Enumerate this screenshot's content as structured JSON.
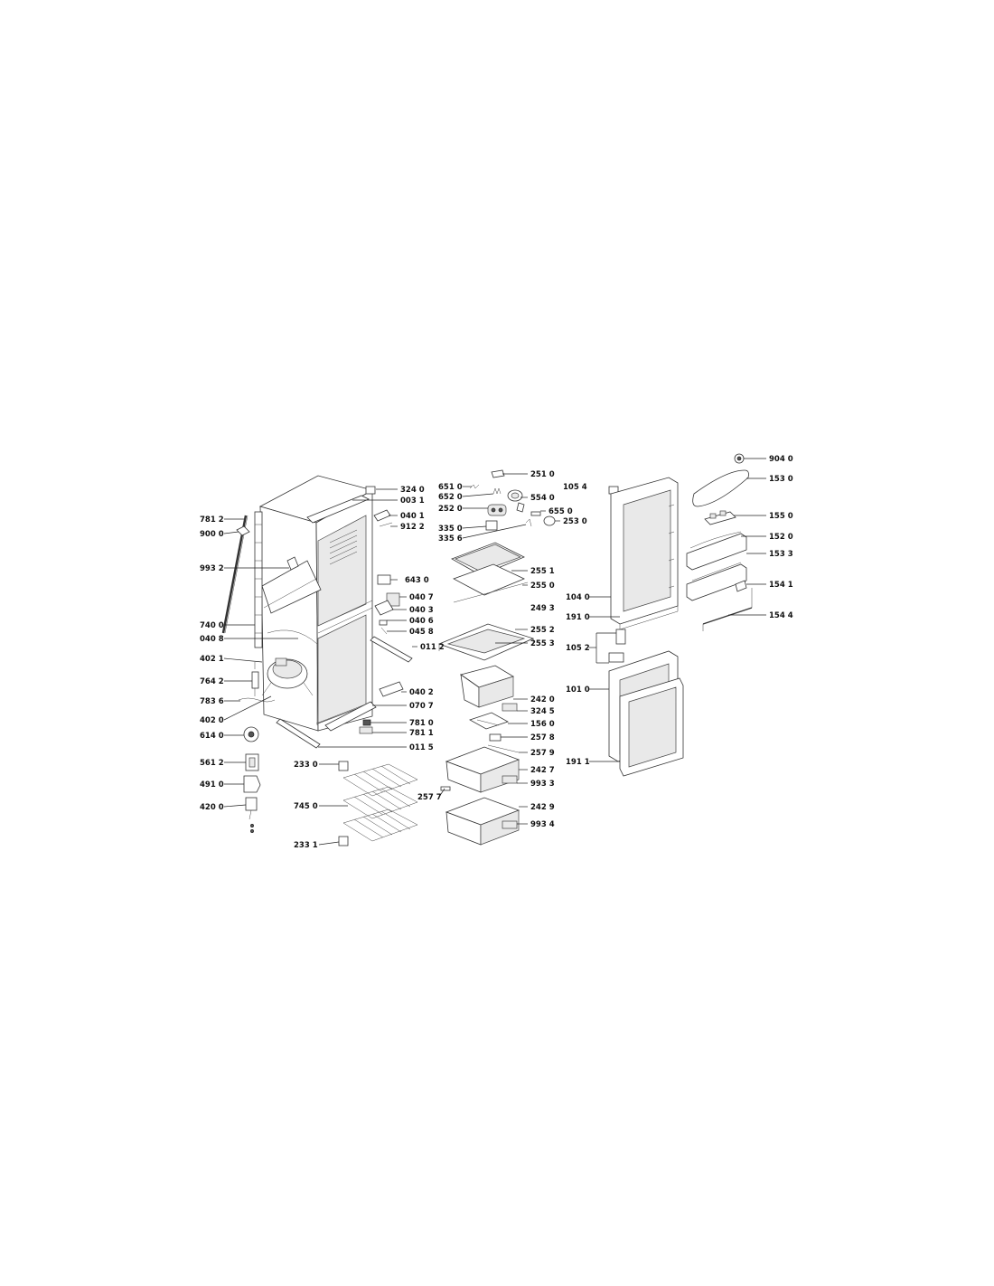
{
  "labels_left": [
    "781 2",
    "900 0",
    "993 2",
    "740 0",
    "040 8",
    "402 1",
    "764 2",
    "783 6",
    "402 0",
    "614 0",
    "561 2",
    "491 0",
    "420 0"
  ],
  "labels_cabinet_right": [
    "324 0",
    "003 1",
    "040 1",
    "912 2",
    "643 0",
    "040 7",
    "040 3",
    "040 6",
    "045 8",
    "011 2",
    "040 2",
    "070 7",
    "781 0",
    "781 1",
    "011 5"
  ],
  "labels_shelf": [
    "233 0",
    "745 0",
    "233 1"
  ],
  "labels_center_left": [
    "651 0",
    "652 0",
    "252 0",
    "335 0",
    "335 6",
    "257 7"
  ],
  "labels_center_right": [
    "251 0",
    "105 4",
    "554 0",
    "655 0",
    "253 0",
    "255 1",
    "255 0",
    "249 3",
    "255 2",
    "255 3",
    "242 0",
    "324 5",
    "156 0",
    "257 8",
    "257 9",
    "242 7",
    "993 3",
    "242 9",
    "993 4"
  ],
  "labels_door": [
    "104 0",
    "191 0",
    "105 2",
    "101 0",
    "191 1"
  ],
  "labels_accessories": [
    "904 0",
    "153 0",
    "155 0",
    "152 0",
    "153 3",
    "154 1",
    "154 4"
  ]
}
